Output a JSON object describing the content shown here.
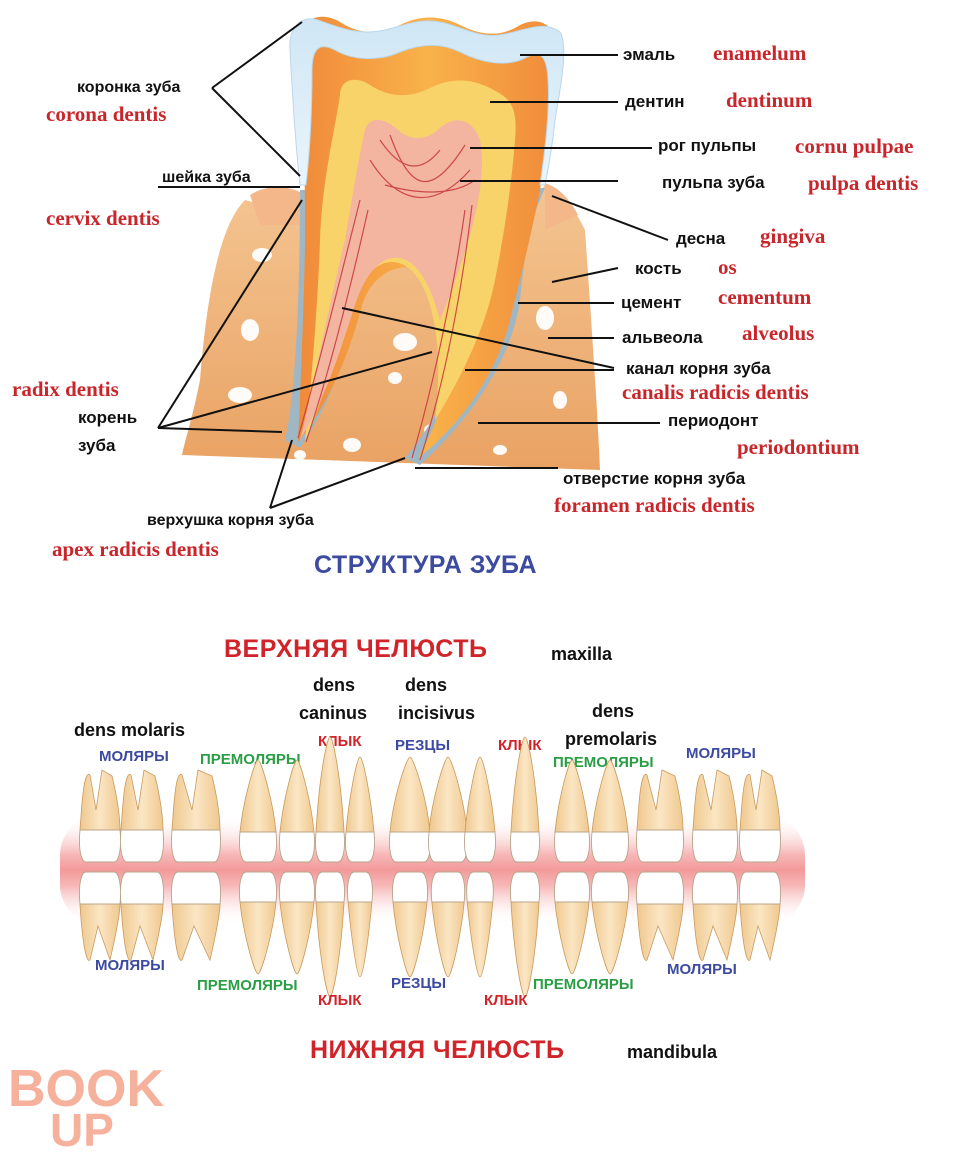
{
  "tooth_structure": {
    "title": "СТРУКТУРА ЗУБА",
    "labels": {
      "corona_ru": "коронка зуба",
      "corona_la": "corona dentis",
      "cervix_ru": "шейка зуба",
      "cervix_la": "cervix dentis",
      "radix_la": "radix dentis",
      "radix_ru_1": "корень",
      "radix_ru_2": "зуба",
      "apex_ru": "верхушка корня зуба",
      "apex_la": "apex radicis dentis",
      "enamel_ru": "эмаль",
      "enamel_la": "enamelum",
      "dentin_ru": "дентин",
      "dentin_la": "dentinum",
      "cornu_ru": "рог пульпы",
      "cornu_la": "cornu pulpae",
      "pulpa_ru": "пульпа зуба",
      "pulpa_la": "pulpa dentis",
      "gingiva_ru": "десна",
      "gingiva_la": "gingiva",
      "os_ru": "кость",
      "os_la": "os",
      "cementum_ru": "цемент",
      "cementum_la": "cementum",
      "alveolus_ru": "альвеола",
      "alveolus_la": "alveolus",
      "canalis_ru": "канал корня зуба",
      "canalis_la": "canalis  radicis  dentis",
      "periodont_ru": "периодонт",
      "periodont_la": "periodontium",
      "foramen_ru": "отверстие корня зуба",
      "foramen_la": "foramen radicis dentis"
    }
  },
  "dentition": {
    "upper_title": "ВЕРХНЯЯ ЧЕЛЮСТЬ",
    "upper_latin": "maxilla",
    "lower_title": "НИЖНЯЯ ЧЕЛЮСТЬ",
    "lower_latin": "mandibula",
    "latin": {
      "molaris": "dens molaris",
      "caninus_1": "dens",
      "caninus_2": "caninus",
      "incisivus_1": "dens",
      "incisivus_2": "incisivus",
      "premolaris_1": "dens",
      "premolaris_2": "premolaris"
    },
    "upper_groups": {
      "molars_left": "МОЛЯРЫ",
      "premolars_left": "ПРЕМОЛЯРЫ",
      "canine_left": "КЛЫК",
      "incisors": "РЕЗЦЫ",
      "canine_right": "КЛЫК",
      "premolars_right": "ПРЕМОЛЯРЫ",
      "molars_right": "МОЛЯРЫ"
    },
    "lower_groups": {
      "molars_left": "МОЛЯРЫ",
      "premolars_left": "ПРЕМОЛЯРЫ",
      "canine_left": "КЛЫК",
      "incisors": "РЕЗЦЫ",
      "canine_right": "КЛЫК",
      "premolars_right": "ПРЕМОЛЯРЫ",
      "molars_right": "МОЛЯРЫ"
    },
    "colors": {
      "molars": "#3c4aa0",
      "premolars": "#2a9e45",
      "canine": "#d1232a",
      "incisors": "#3c4aa0"
    }
  },
  "watermark": {
    "line1": "BOOK",
    "line2": "UP",
    "color": "#f2a48c"
  }
}
